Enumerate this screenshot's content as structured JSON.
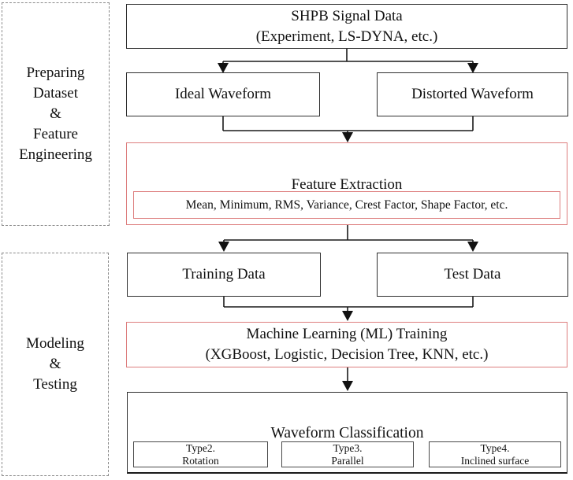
{
  "colors": {
    "red_accent": "#dd7e7e",
    "box_border": "#2f2f2f",
    "dashed_border": "#8a8a8a",
    "arrow": "#1a1a1a"
  },
  "phases": {
    "preparing": {
      "label": "Preparing\nDataset\n&\nFeature\nEngineering"
    },
    "modeling": {
      "label": "Modeling\n&\nTesting"
    }
  },
  "nodes": {
    "signal_data": {
      "label": "SHPB Signal Data\n(Experiment, LS-DYNA, etc.)"
    },
    "ideal_waveform": {
      "label": "Ideal Waveform"
    },
    "distorted_waveform": {
      "label": "Distorted Waveform"
    },
    "feature_extraction": {
      "title": "Feature Extraction",
      "features": "Mean, Minimum, RMS, Variance, Crest Factor, Shape Factor, etc."
    },
    "training_data": {
      "label": "Training Data"
    },
    "test_data": {
      "label": "Test Data"
    },
    "ml_training": {
      "label": "Machine Learning (ML) Training\n(XGBoost, Logistic, Decision Tree, KNN, etc.)"
    },
    "waveform_classification": {
      "title": "Waveform Classification",
      "types": [
        {
          "label": "Type2.\nRotation"
        },
        {
          "label": "Type3.\nParallel"
        },
        {
          "label": "Type4.\nInclined surface"
        }
      ]
    }
  }
}
